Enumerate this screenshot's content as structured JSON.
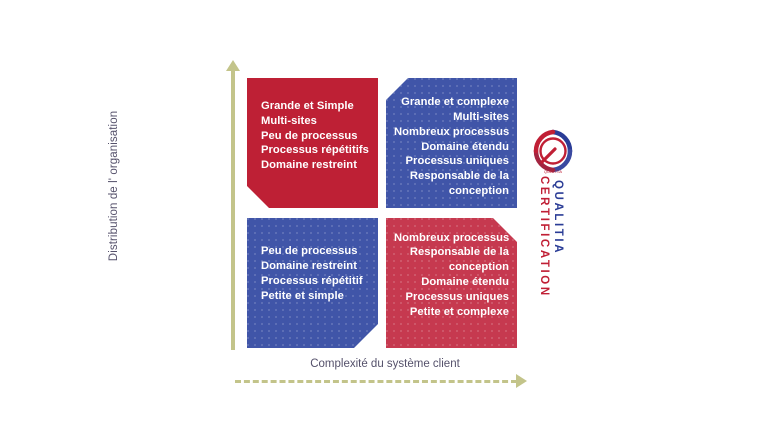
{
  "axes": {
    "y_label": "Distribution de l' organisation",
    "x_label": "Complexité du système client",
    "axis_color": "#c3c48a",
    "label_color": "#55516b"
  },
  "matrix": {
    "quadrants": [
      {
        "id": "top-left",
        "color": "#be2035",
        "color_name": "dark-red",
        "align": "left",
        "lines": [
          "Grande et Simple",
          "Multi-sites",
          "Peu de processus",
          "Processus répétitifs",
          "Domaine restreint"
        ]
      },
      {
        "id": "top-right",
        "color": "#4055a8",
        "color_name": "blue",
        "align": "right",
        "lines": [
          "Grande et complexe",
          "Multi-sites",
          "Nombreux processus",
          "Domaine étendu",
          "Processus uniques",
          "Responsable de la",
          "conception"
        ]
      },
      {
        "id": "bottom-left",
        "color": "#4055a8",
        "color_name": "blue",
        "align": "left",
        "lines": [
          "Peu de processus",
          "Domaine restreint",
          "Processus répétitif",
          "Petite et simple"
        ]
      },
      {
        "id": "bottom-right",
        "color": "#c6394f",
        "color_name": "light-red",
        "align": "right",
        "lines": [
          "Nombreux processus",
          "Responsable de la",
          "conception",
          "Domaine étendu",
          "Processus uniques",
          "Petite et complexe"
        ]
      }
    ]
  },
  "logo": {
    "mark_icon": "qualitia-ring-icon",
    "word_top": "QUALITIA",
    "word_bottom": "CERTIFICATION",
    "color_blue": "#2a3c96",
    "color_red": "#c01f35"
  }
}
